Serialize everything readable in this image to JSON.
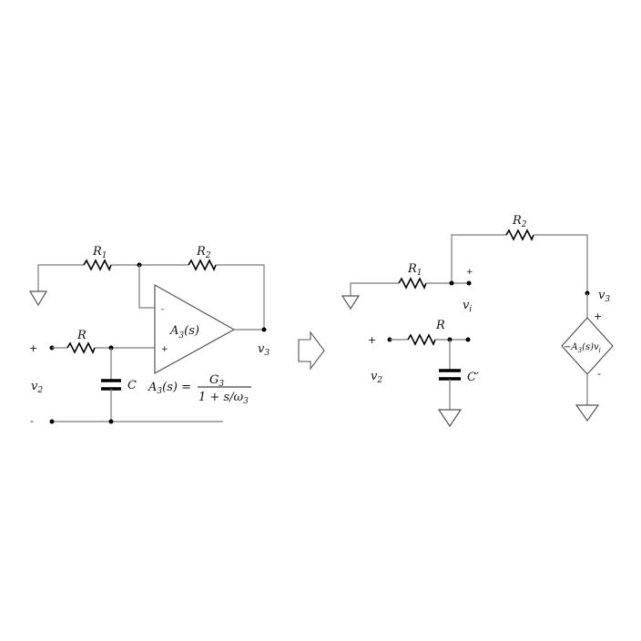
{
  "left_circuit": {
    "r1_label": "R",
    "r1_sub": "1",
    "r2_label": "R",
    "r2_sub": "2",
    "r_label": "R",
    "c_label": "C",
    "opamp_label": "A",
    "opamp_sub": "3",
    "opamp_arg": "(s)",
    "minus_input": "-",
    "plus_input": "+",
    "v3_label": "v",
    "v3_sub": "3",
    "v2_label": "v",
    "v2_sub": "2",
    "v2_plus": "+",
    "v2_minus": "-",
    "transfer_lhs": "A",
    "transfer_lhs_sub": "3",
    "transfer_lhs_arg": "(s) =",
    "transfer_num": "G",
    "transfer_num_sub": "3",
    "transfer_den": "1 + s/ω",
    "transfer_den_sub": "3"
  },
  "arrow": {
    "icon": "right-arrow-icon"
  },
  "right_circuit": {
    "r1_label": "R",
    "r1_sub": "1",
    "r2_label": "R",
    "r2_sub": "2",
    "r_label": "R",
    "c_label": "C′",
    "vi_label": "v",
    "vi_sub": "i",
    "vi_plus": "+",
    "v3_label": "v",
    "v3_sub": "3",
    "v2_label": "v",
    "v2_sub": "2",
    "v2_plus": "+",
    "source_label": "−A",
    "source_sub": "3",
    "source_arg": "(s)v",
    "source_arg_sub": "i",
    "source_plus": "+",
    "source_minus": "-"
  }
}
